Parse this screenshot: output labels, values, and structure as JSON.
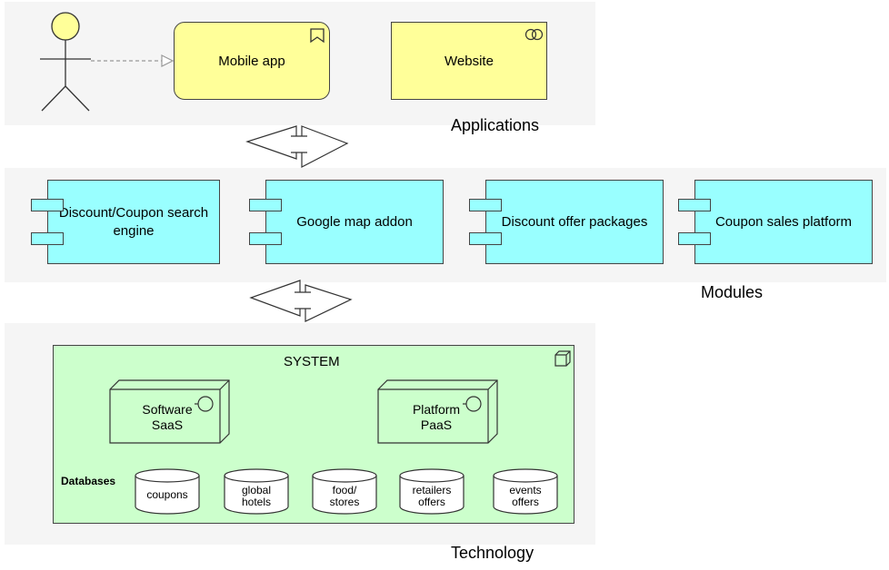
{
  "applications": {
    "label": "Applications",
    "items": [
      {
        "id": "mobile-app",
        "label": "Mobile app",
        "icon": "bookmark-icon"
      },
      {
        "id": "website",
        "label": "Website",
        "icon": "service-icon"
      }
    ]
  },
  "modules": {
    "label": "Modules",
    "items": [
      {
        "label": "Discount/Coupon search engine"
      },
      {
        "label": "Google map addon"
      },
      {
        "label": "Discount offer packages"
      },
      {
        "label": "Coupon sales platform"
      }
    ]
  },
  "technology": {
    "label": "Technology",
    "system": {
      "title": "SYSTEM",
      "nodes": [
        {
          "label": "Software SaaS"
        },
        {
          "label": "Platform PaaS"
        }
      ],
      "databases_label": "Databases",
      "databases": [
        {
          "label": "coupons"
        },
        {
          "label": "global hotels"
        },
        {
          "label": "food/ stores"
        },
        {
          "label": "retailers offers"
        },
        {
          "label": "events offers"
        }
      ]
    }
  },
  "colors": {
    "application": "#ffff99",
    "module": "#99ffff",
    "system": "#ccffcc",
    "band": "#f5f5f5"
  }
}
